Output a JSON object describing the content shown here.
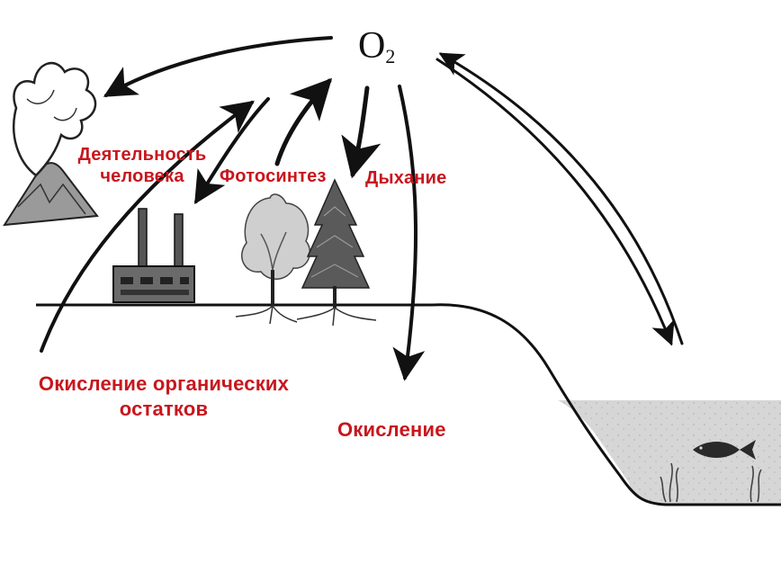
{
  "diagram": {
    "center_symbol": {
      "main": "O",
      "subscript": "2"
    },
    "labels": {
      "human_activity_line1": "Деятельность",
      "human_activity_line2": "человека",
      "photosynthesis": "Фотосинтез",
      "respiration": "Дыхание",
      "organic_oxidation_line1": "Окисление органических",
      "organic_oxidation_line2": "остатков",
      "oxidation": "Окисление"
    },
    "icons": [
      "volcano-icon",
      "factory-icon",
      "deciduous-tree-icon",
      "conifer-tree-icon",
      "fish-icon",
      "water-plant-icon"
    ],
    "colors": {
      "label": "#c8161d",
      "line": "#111111",
      "water": "#d9d9d9"
    }
  }
}
